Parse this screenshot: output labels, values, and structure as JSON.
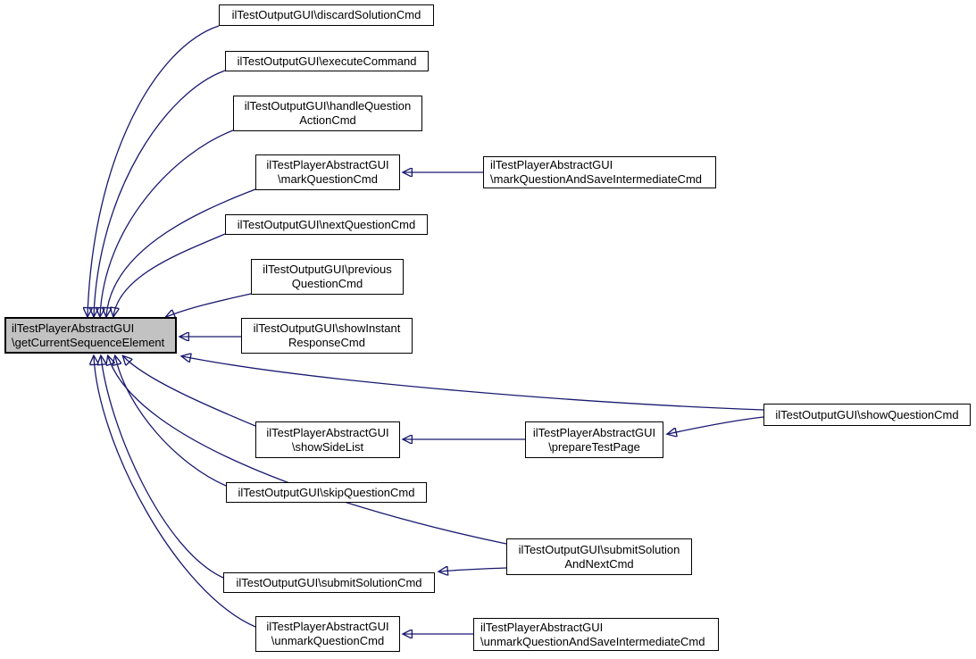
{
  "diagram": {
    "kind": "caller-graph",
    "colors": {
      "edge": "#191970",
      "node_fill": "#ffffff",
      "node_border": "#000000",
      "focus_fill": "#c2c2c2",
      "text": "#000000"
    },
    "nodes": {
      "main": {
        "lines": [
          "ilTestPlayerAbstractGUI",
          "\\getCurrentSequenceElement"
        ],
        "focused": true
      },
      "discard": {
        "lines": [
          "ilTestOutputGUI\\discardSolutionCmd"
        ]
      },
      "execute": {
        "lines": [
          "ilTestOutputGUI\\executeCommand"
        ]
      },
      "handle_action": {
        "lines": [
          "ilTestOutputGUI\\handleQuestion",
          "ActionCmd"
        ]
      },
      "mark": {
        "lines": [
          "ilTestPlayerAbstractGUI",
          "\\markQuestionCmd"
        ]
      },
      "mark_save": {
        "lines": [
          "ilTestPlayerAbstractGUI",
          "\\markQuestionAndSaveIntermediateCmd"
        ]
      },
      "next": {
        "lines": [
          "ilTestOutputGUI\\nextQuestionCmd"
        ]
      },
      "previous": {
        "lines": [
          "ilTestOutputGUI\\previous",
          "QuestionCmd"
        ]
      },
      "show_instant": {
        "lines": [
          "ilTestOutputGUI\\showInstant",
          "ResponseCmd"
        ]
      },
      "show_question": {
        "lines": [
          "ilTestOutputGUI\\showQuestionCmd"
        ]
      },
      "side_list": {
        "lines": [
          "ilTestPlayerAbstractGUI",
          "\\showSideList"
        ]
      },
      "prepare_page": {
        "lines": [
          "ilTestPlayerAbstractGUI",
          "\\prepareTestPage"
        ]
      },
      "skip": {
        "lines": [
          "ilTestOutputGUI\\skipQuestionCmd"
        ]
      },
      "submit_next": {
        "lines": [
          "ilTestOutputGUI\\submitSolution",
          "AndNextCmd"
        ]
      },
      "submit": {
        "lines": [
          "ilTestOutputGUI\\submitSolutionCmd"
        ]
      },
      "unmark": {
        "lines": [
          "ilTestPlayerAbstractGUI",
          "\\unmarkQuestionCmd"
        ]
      },
      "unmark_save": {
        "lines": [
          "ilTestPlayerAbstractGUI",
          "\\unmarkQuestionAndSaveIntermediateCmd"
        ]
      }
    },
    "edges": [
      {
        "from": "discard",
        "to": "main"
      },
      {
        "from": "execute",
        "to": "main"
      },
      {
        "from": "handle_action",
        "to": "main"
      },
      {
        "from": "mark",
        "to": "main"
      },
      {
        "from": "mark_save",
        "to": "mark"
      },
      {
        "from": "next",
        "to": "main"
      },
      {
        "from": "previous",
        "to": "main"
      },
      {
        "from": "show_instant",
        "to": "main"
      },
      {
        "from": "show_question",
        "to": "main"
      },
      {
        "from": "show_question",
        "to": "prepare_page"
      },
      {
        "from": "prepare_page",
        "to": "side_list"
      },
      {
        "from": "side_list",
        "to": "main"
      },
      {
        "from": "skip",
        "to": "main"
      },
      {
        "from": "submit_next",
        "to": "main"
      },
      {
        "from": "submit_next",
        "to": "submit"
      },
      {
        "from": "submit",
        "to": "main"
      },
      {
        "from": "unmark",
        "to": "main"
      },
      {
        "from": "unmark_save",
        "to": "unmark"
      }
    ]
  }
}
